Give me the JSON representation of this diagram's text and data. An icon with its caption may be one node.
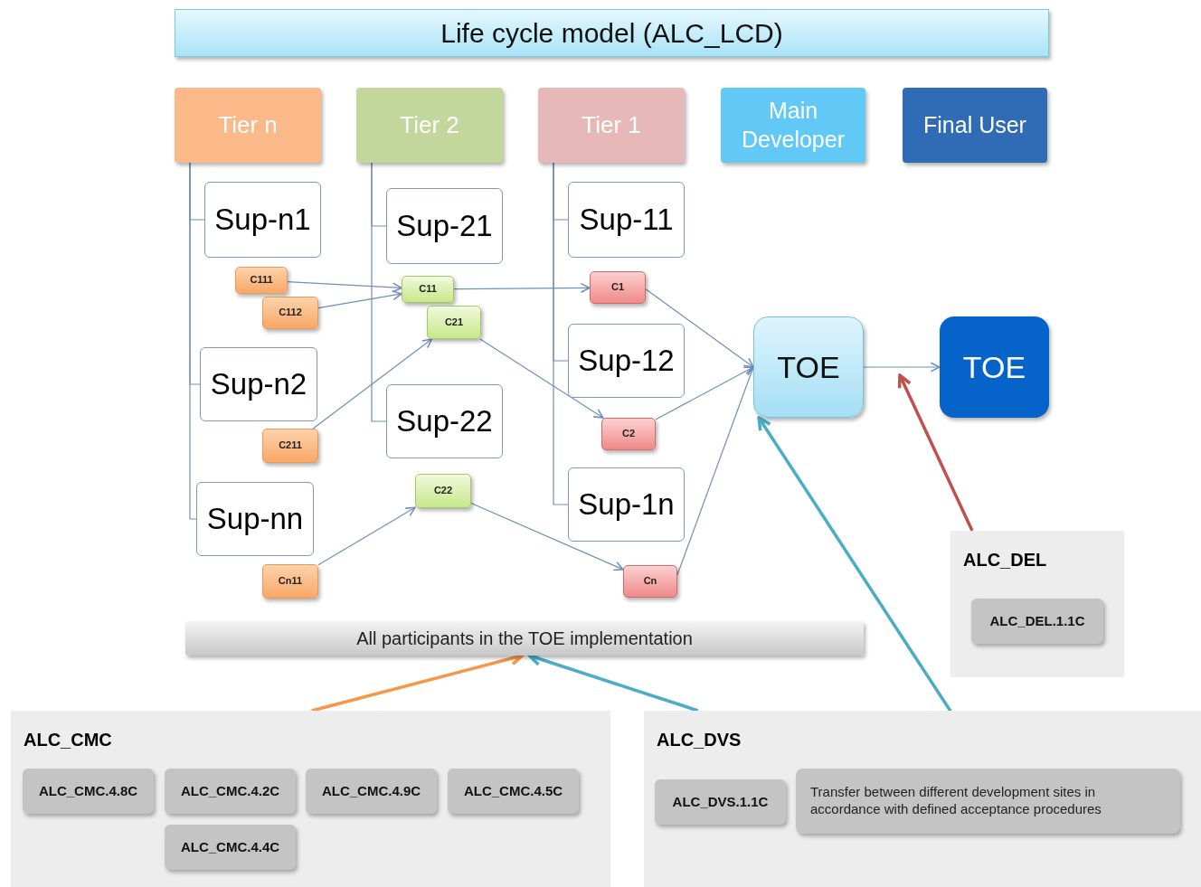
{
  "diagram": {
    "nodes": [
      {
        "text": [
          "Life cycle model (ALC_LCD)"
        ]
      },
      {
        "text": [
          "Tier n"
        ]
      },
      {
        "text": [
          "Tier 2"
        ]
      },
      {
        "text": [
          "Tier  1"
        ]
      },
      {
        "text": [
          "Main Developer"
        ]
      },
      {
        "text": [
          "Final User"
        ]
      },
      {
        "text": [
          "Sup-n1"
        ]
      },
      {
        "text": [
          "Sup-n2"
        ]
      },
      {
        "text": [
          "Sup-nn"
        ]
      },
      {
        "text": [
          "Sup-21"
        ]
      },
      {
        "text": [
          "Sup-22"
        ]
      },
      {
        "text": [
          "Sup-11"
        ]
      },
      {
        "text": [
          "Sup-12"
        ]
      },
      {
        "text": [
          "Sup-1n"
        ]
      },
      {
        "text": [
          "C111"
        ]
      },
      {
        "text": [
          "C112"
        ]
      },
      {
        "text": [
          "C211"
        ]
      },
      {
        "text": [
          "Cn11"
        ]
      },
      {
        "text": [
          "C11"
        ]
      },
      {
        "text": [
          "C21"
        ]
      },
      {
        "text": [
          "C22"
        ]
      },
      {
        "text": [
          "C1"
        ]
      },
      {
        "text": [
          "C2"
        ]
      },
      {
        "text": [
          "Cn"
        ]
      },
      {
        "text": [
          "TOE"
        ]
      },
      {
        "text": [
          "TOE"
        ]
      },
      {
        "text": [
          "All participants in the TOE implementation"
        ]
      },
      {
        "text": [
          "ALC_CMC"
        ]
      },
      {
        "text": [
          "ALC_CMC.4.8C"
        ],
        "in": 27
      },
      {
        "text": [
          "ALC_CMC.4.2C"
        ],
        "in": 27
      },
      {
        "text": [
          "ALC_CMC.4.9C"
        ],
        "in": 27
      },
      {
        "text": [
          "ALC_CMC.4.5C"
        ],
        "in": 27
      },
      {
        "text": [
          "ALC_CMC.4.4C"
        ],
        "in": 27
      },
      {
        "text": [
          "ALC_DVS"
        ]
      },
      {
        "text": [
          "ALC_DVS.1.1C"
        ],
        "in": 33
      },
      {
        "text": [
          "Transfer between different development sites in accordance with defined acceptance procedures"
        ],
        "in": 33
      },
      {
        "text": [
          "ALC_DEL"
        ]
      },
      {
        "text": [
          "ALC_DEL.1.1C"
        ],
        "in": 36
      }
    ],
    "edges": [
      {
        "from": 1,
        "to": 6,
        "arrow": "none"
      },
      {
        "from": 1,
        "to": 7,
        "arrow": "none"
      },
      {
        "from": 1,
        "to": 8,
        "arrow": "none"
      },
      {
        "from": 2,
        "to": 9,
        "arrow": "none"
      },
      {
        "from": 2,
        "to": 10,
        "arrow": "none"
      },
      {
        "from": 3,
        "to": 11,
        "arrow": "none"
      },
      {
        "from": 3,
        "to": 12,
        "arrow": "none"
      },
      {
        "from": 3,
        "to": 13,
        "arrow": "none"
      },
      {
        "from": 14,
        "to": 18,
        "arrow": "to"
      },
      {
        "from": 15,
        "to": 18,
        "arrow": "to"
      },
      {
        "from": 16,
        "to": 19,
        "arrow": "to"
      },
      {
        "from": 17,
        "to": 20,
        "arrow": "to"
      },
      {
        "from": 18,
        "to": 21,
        "arrow": "to"
      },
      {
        "from": 19,
        "to": 22,
        "arrow": "to"
      },
      {
        "from": 20,
        "to": 23,
        "arrow": "to"
      },
      {
        "from": 21,
        "to": 24,
        "arrow": "to"
      },
      {
        "from": 22,
        "to": 24,
        "arrow": "to"
      },
      {
        "from": 23,
        "to": 24,
        "arrow": "to"
      },
      {
        "from": 24,
        "to": 25,
        "arrow": "to"
      },
      {
        "from": 27,
        "to": 26,
        "arrow": "to",
        "style": "thick",
        "color": "#f79646"
      },
      {
        "from": 33,
        "to": 26,
        "arrow": "to",
        "style": "thick",
        "color": "#4bacc6"
      },
      {
        "from": 35,
        "to": 24,
        "arrow": "to",
        "style": "thick",
        "color": "#4bacc6"
      },
      {
        "from": 36,
        "to": null,
        "arrow": "to",
        "style": "thick",
        "color": "#c0504d"
      }
    ]
  }
}
